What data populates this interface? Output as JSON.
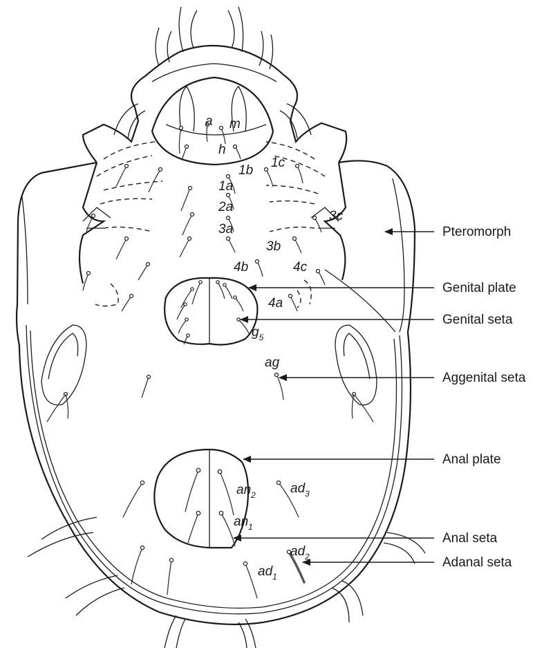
{
  "seta_labels": {
    "a": "a",
    "m": "m",
    "h": "h",
    "s1b": "1b",
    "s1c": "1c",
    "s1a": "1a",
    "s2a": "2a",
    "s3a": "3a",
    "s3b": "3b",
    "s3c": "3c",
    "s4b": "4b",
    "s4c": "4c",
    "s4a": "4a",
    "g5": "g",
    "g5_sub": "5",
    "ag": "ag",
    "an2": "an",
    "an2_sub": "2",
    "an1": "an",
    "an1_sub": "1",
    "ad3": "ad",
    "ad3_sub": "3",
    "ad2": "ad",
    "ad2_sub": "2",
    "ad1": "ad",
    "ad1_sub": "1"
  },
  "callouts": {
    "pteromorph": "Pteromorph",
    "genital_plate": "Genital plate",
    "genital_seta": "Genital seta",
    "aggenital_seta": "Aggenital seta",
    "anal_plate": "Anal plate",
    "anal_seta": "Anal seta",
    "adanal_seta": "Adanal seta"
  }
}
